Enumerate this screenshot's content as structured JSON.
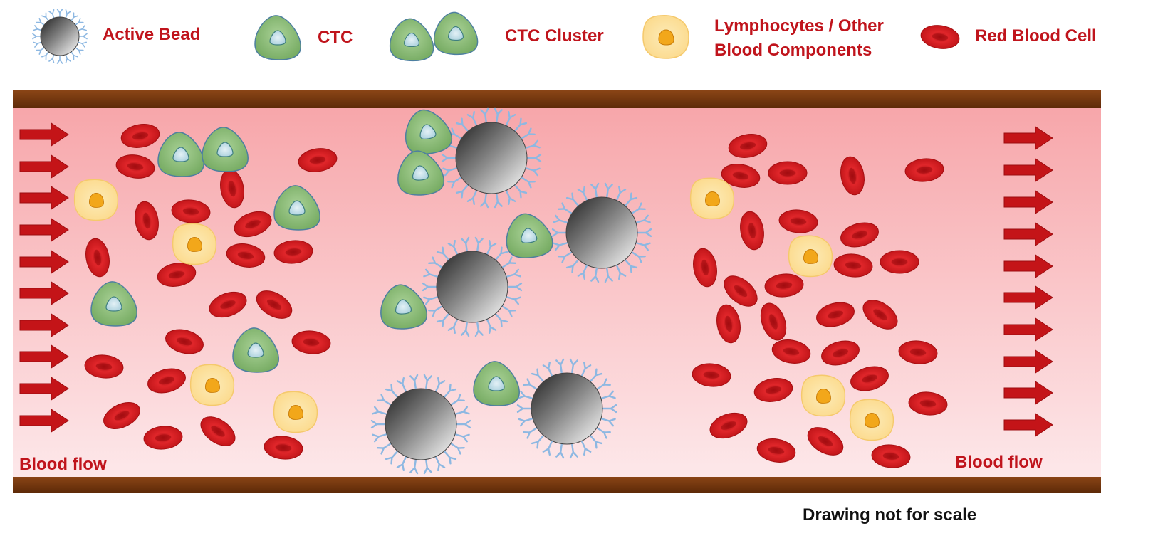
{
  "legend": {
    "active_bead": "Active Bead",
    "ctc": "CTC",
    "ctc_cluster": "CTC Cluster",
    "lymphocytes_line1": "Lymphocytes  / Other",
    "lymphocytes_line2": "Blood Components",
    "red_blood_cell": "Red Blood Cell"
  },
  "vessel": {
    "flow_label_left": "Blood flow",
    "flow_label_right": "Blood flow"
  },
  "footnote": "____ Drawing not for scale",
  "colors": {
    "label_red": "#c0141c",
    "vessel_wall": "#7a3a10",
    "lumen_top": "#f7a9ac",
    "lumen_bottom": "#fde6e8",
    "rbc": "#d21a1a",
    "ctc_fill": "#7fb36a",
    "lymph_fill": "#fde29a",
    "antibody": "#8db8e2"
  }
}
